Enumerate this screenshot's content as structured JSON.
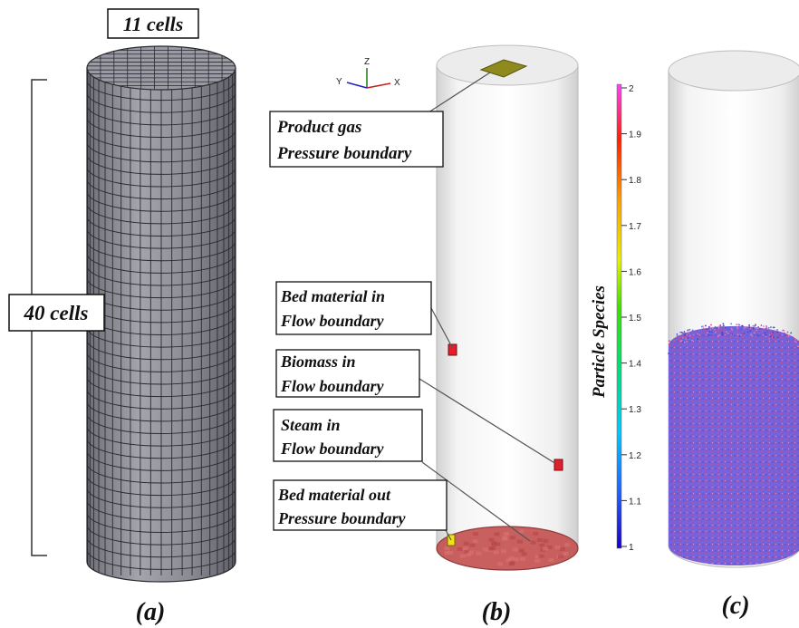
{
  "panel_a": {
    "top_label": "11 cells",
    "side_label": "40 cells",
    "caption": "(a)"
  },
  "panel_b": {
    "axes": {
      "z": "Z",
      "y": "Y",
      "x": "X"
    },
    "labels": [
      {
        "line1": "Product gas",
        "line2": "Pressure boundary"
      },
      {
        "line1": "Bed material in",
        "line2": "Flow  boundary"
      },
      {
        "line1": "Biomass in",
        "line2": "Flow boundary"
      },
      {
        "line1": "Steam in",
        "line2": "Flow boundary"
      },
      {
        "line1": "Bed material out",
        "line2": "Pressure boundary"
      }
    ],
    "caption": "(b)"
  },
  "panel_c": {
    "colorbar_title": "Particle Species",
    "colorbar_ticks": [
      "2",
      "1.9",
      "1.8",
      "1.7",
      "1.6",
      "1.5",
      "1.4",
      "1.3",
      "1.2",
      "1.1",
      "1"
    ],
    "colorbar_range": [
      1,
      2
    ],
    "bed_fill_fraction": 0.42,
    "caption": "(c)"
  },
  "colors": {
    "mesh_fill": "#8e8e96",
    "mesh_line": "#2a2a2e",
    "outlet_patch": "#8f8a1e",
    "inlet_patch": "#e0202c",
    "bottom_outlet": "#c45050",
    "particles": "#7a5cd6"
  }
}
